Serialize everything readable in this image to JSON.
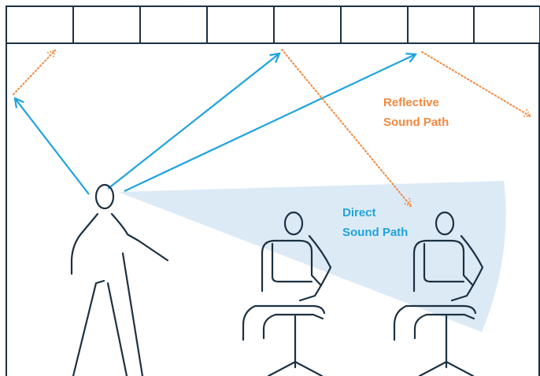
{
  "labels": {
    "reflective_line1": "Reflective",
    "reflective_line2": "Sound Path",
    "direct_line1": "Direct",
    "direct_line2": "Sound Path"
  },
  "colors": {
    "outline": "#1c3142",
    "direct": "#1ea3dc",
    "reflective": "#f0883e",
    "cone": "#dceaf6",
    "label_direct": "#1ea3dc",
    "label_reflective": "#f0883e"
  },
  "icons": [
    "speaker-figure-icon",
    "seated-listener-icon",
    "arrow-icon"
  ]
}
